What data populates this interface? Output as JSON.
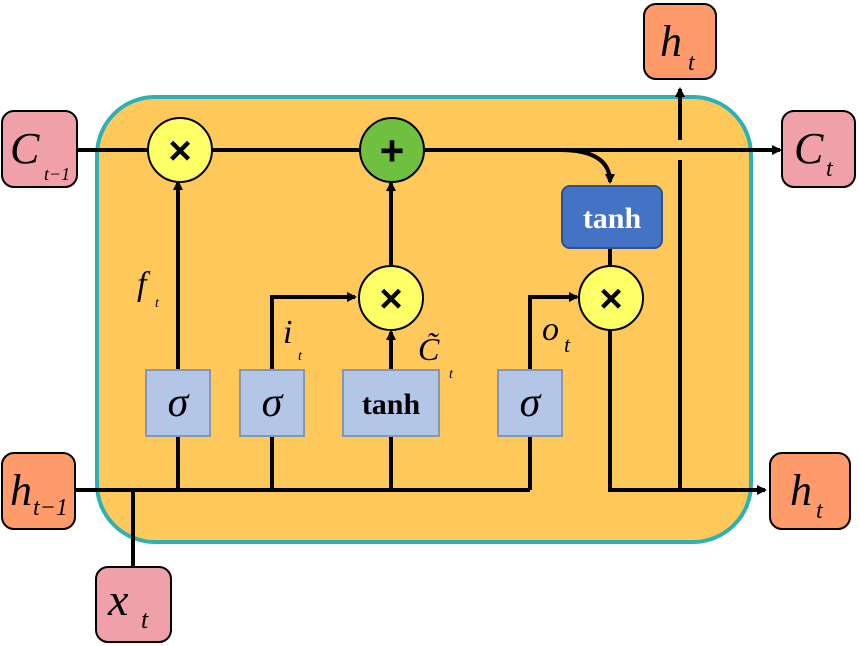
{
  "colors": {
    "cell_fill": "#FFC85A",
    "cell_border": "#2EB1B4",
    "io_pink": "#F0A0A8",
    "io_orange": "#FF9A6A",
    "gate_box": "#B4C6E7",
    "gate_box_border": "#8497B0",
    "tanh_blue": "#4472C4",
    "op_yellow": "#FFFF66",
    "op_green": "#70C040",
    "line": "#000000"
  },
  "inputs": {
    "c_prev": {
      "main": "C",
      "sub": "t−1"
    },
    "h_prev": {
      "main": "h",
      "sub": "t−1"
    },
    "x_t": {
      "main": "x",
      "sub": "t"
    }
  },
  "outputs": {
    "c_t": {
      "main": "C",
      "sub": "t"
    },
    "h_t_right": {
      "main": "h",
      "sub": "t"
    },
    "h_t_top": {
      "main": "h",
      "sub": "t"
    }
  },
  "gates": {
    "forget": "σ",
    "input": "σ",
    "candidate": "tanh",
    "output": "σ",
    "cell_tanh": "tanh"
  },
  "operators": {
    "forget_mult": "×",
    "input_mult": "×",
    "cell_add": "+",
    "output_mult": "×"
  },
  "signal_labels": {
    "f": {
      "main": "f",
      "sub": "t"
    },
    "i": {
      "main": "i",
      "sub": "t"
    },
    "c_tilde": {
      "main": "C̃",
      "sub": "t"
    },
    "o": {
      "main": "o",
      "sub": "t"
    }
  }
}
